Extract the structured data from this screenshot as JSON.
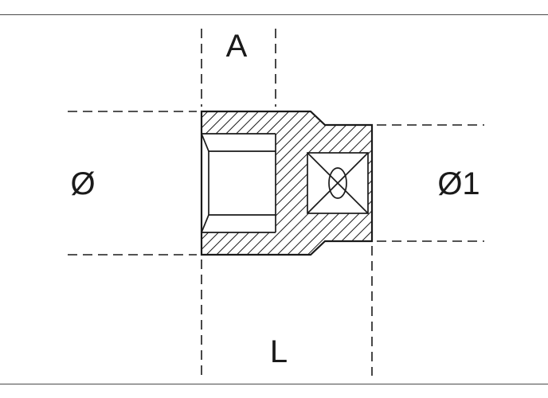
{
  "page": {
    "background": "#ffffff",
    "frame_color": "#4a4a4a"
  },
  "drawing": {
    "type": "technical-diagram",
    "subject": "socket-wrench-cross-section",
    "line_color": "#1a1a1a",
    "labels": {
      "hex_opening": "A",
      "front_diameter": "Ø",
      "rear_diameter": "Ø1",
      "length": "L"
    }
  }
}
